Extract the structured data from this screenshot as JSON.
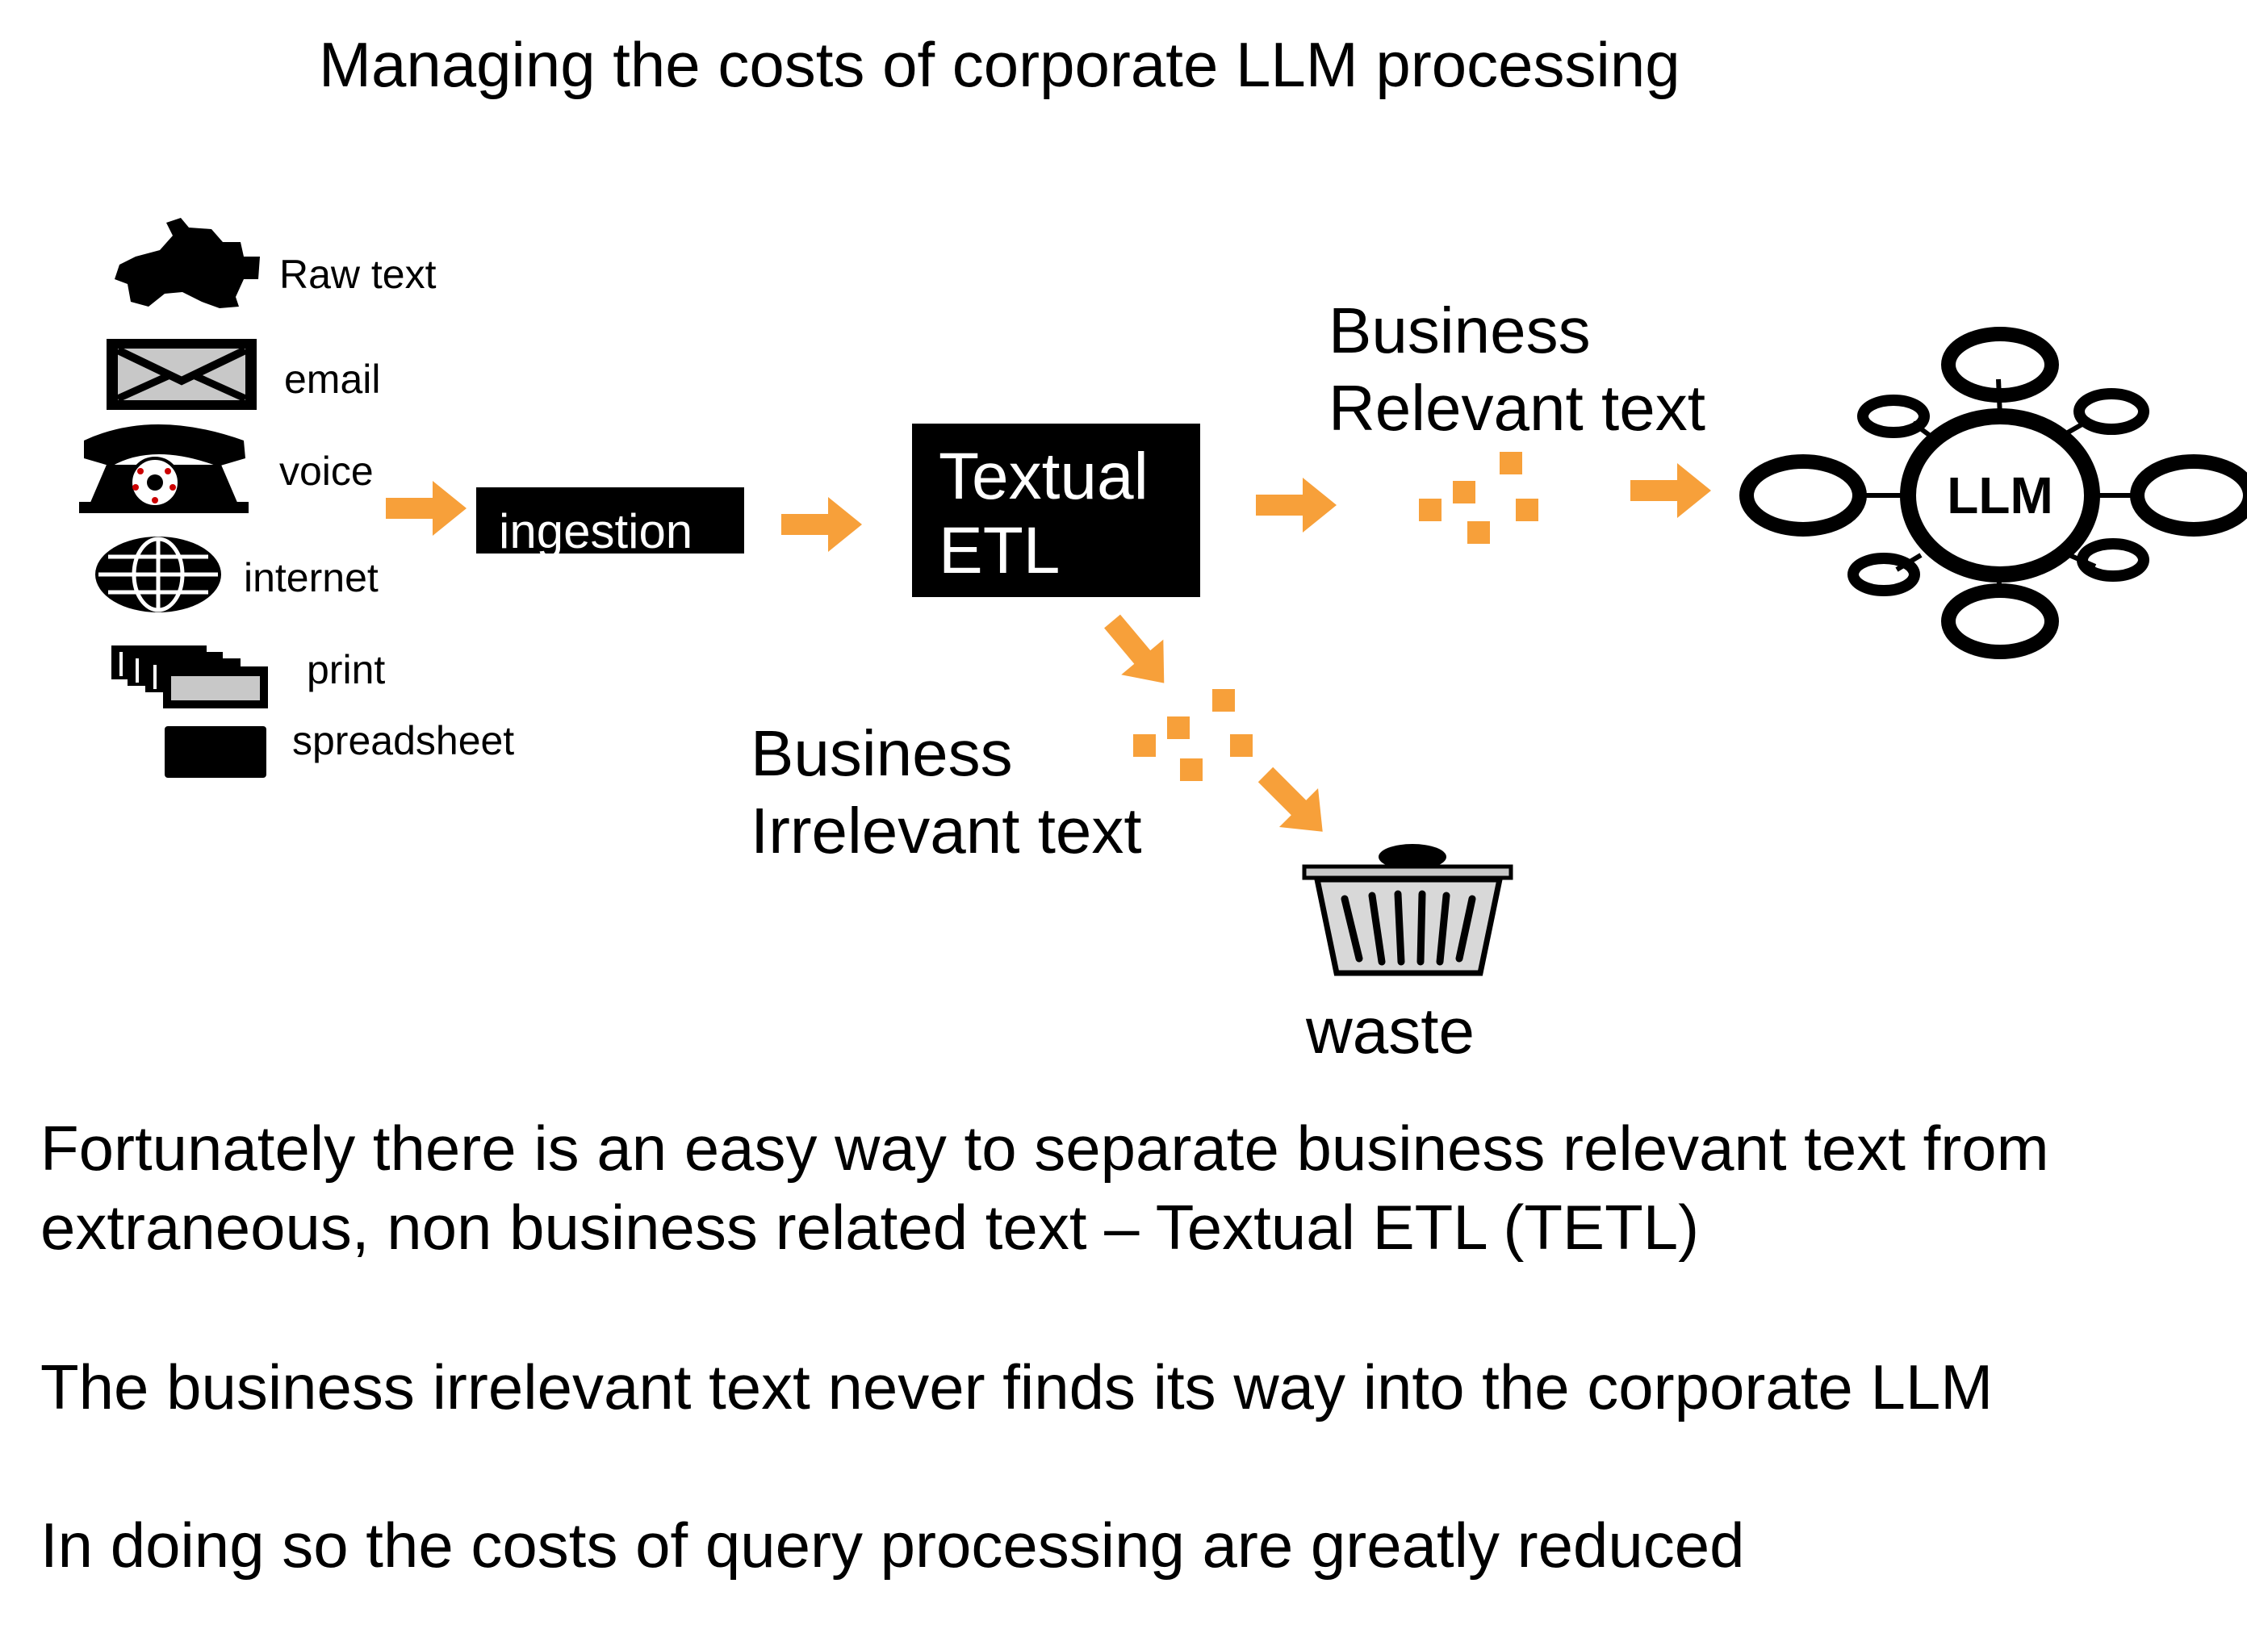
{
  "title": "Managing the costs of corporate LLM processing",
  "sources": [
    {
      "label": "Raw text",
      "icon": "raw-text-icon"
    },
    {
      "label": "email",
      "icon": "envelope-icon"
    },
    {
      "label": "voice",
      "icon": "telephone-icon"
    },
    {
      "label": "internet",
      "icon": "globe-icon"
    },
    {
      "label": "print",
      "icon": "printed-pages-icon"
    },
    {
      "label": "spreadsheet",
      "icon": "spreadsheet-icon"
    }
  ],
  "ingestion_label": "ingestion",
  "tetl": {
    "line1": "Textual",
    "line2": "ETL"
  },
  "relevant": {
    "line1": "Business",
    "line2": "Relevant text"
  },
  "irrelevant": {
    "line1": "Business",
    "line2": "Irrelevant text"
  },
  "llm_label": "LLM",
  "waste_label": "waste",
  "paragraphs": {
    "p1_line1": "Fortunately there is an easy way to separate business relevant text from",
    "p1_line2": "extraneous, non business related text – Textual ETL (TETL)",
    "p2": "The business irrelevant text never finds its way into the corporate LLM",
    "p3": "In doing so the costs of query processing are greatly reduced"
  },
  "colors": {
    "arrow": "#f7a03a",
    "ink": "#000000",
    "background": "#ffffff"
  }
}
